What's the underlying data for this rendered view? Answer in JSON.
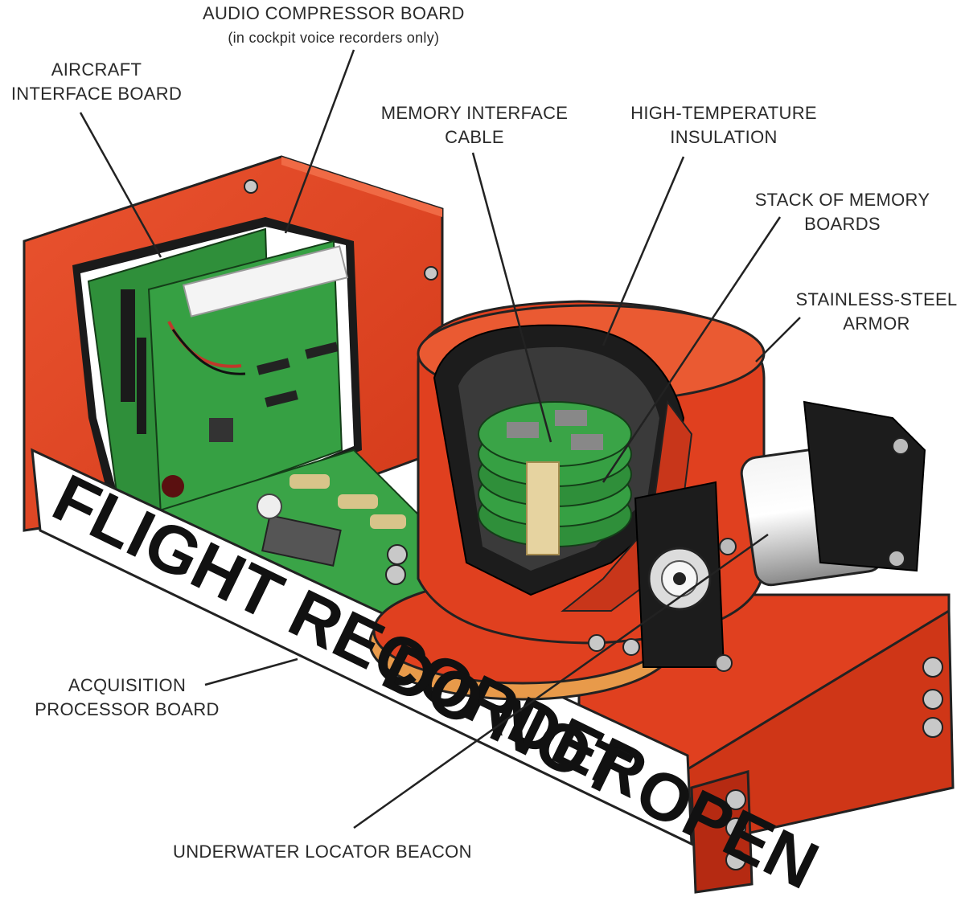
{
  "labels": {
    "audio_compressor_board": {
      "line1": "AUDIO COMPRESSOR BOARD",
      "line2": "(in cockpit voice recorders only)"
    },
    "aircraft_interface_board": {
      "line1": "AIRCRAFT",
      "line2": "INTERFACE BOARD"
    },
    "memory_interface_cable": {
      "line1": "MEMORY INTERFACE",
      "line2": "CABLE"
    },
    "high_temperature_insulation": {
      "line1": "HIGH-TEMPERATURE",
      "line2": "INSULATION"
    },
    "stack_of_memory_boards": {
      "line1": "STACK OF MEMORY",
      "line2": "BOARDS"
    },
    "stainless_steel_armor": {
      "line1": "STAINLESS-STEEL",
      "line2": "ARMOR"
    },
    "acquisition_processor_board": {
      "line1": "ACQUISITION",
      "line2": "PROCESSOR BOARD"
    },
    "underwater_locator_beacon": {
      "line1": "UNDERWATER LOCATOR BEACON"
    }
  },
  "side_text": {
    "line1": "FLIGHT RECORDER",
    "line2": "DO NOT OPEN"
  },
  "colors": {
    "housing": "#e0401f",
    "housing_dark": "#b52a12",
    "board": "#2f8f3a",
    "insulation": "#1c1c1c",
    "label_band": "#ffffff"
  }
}
